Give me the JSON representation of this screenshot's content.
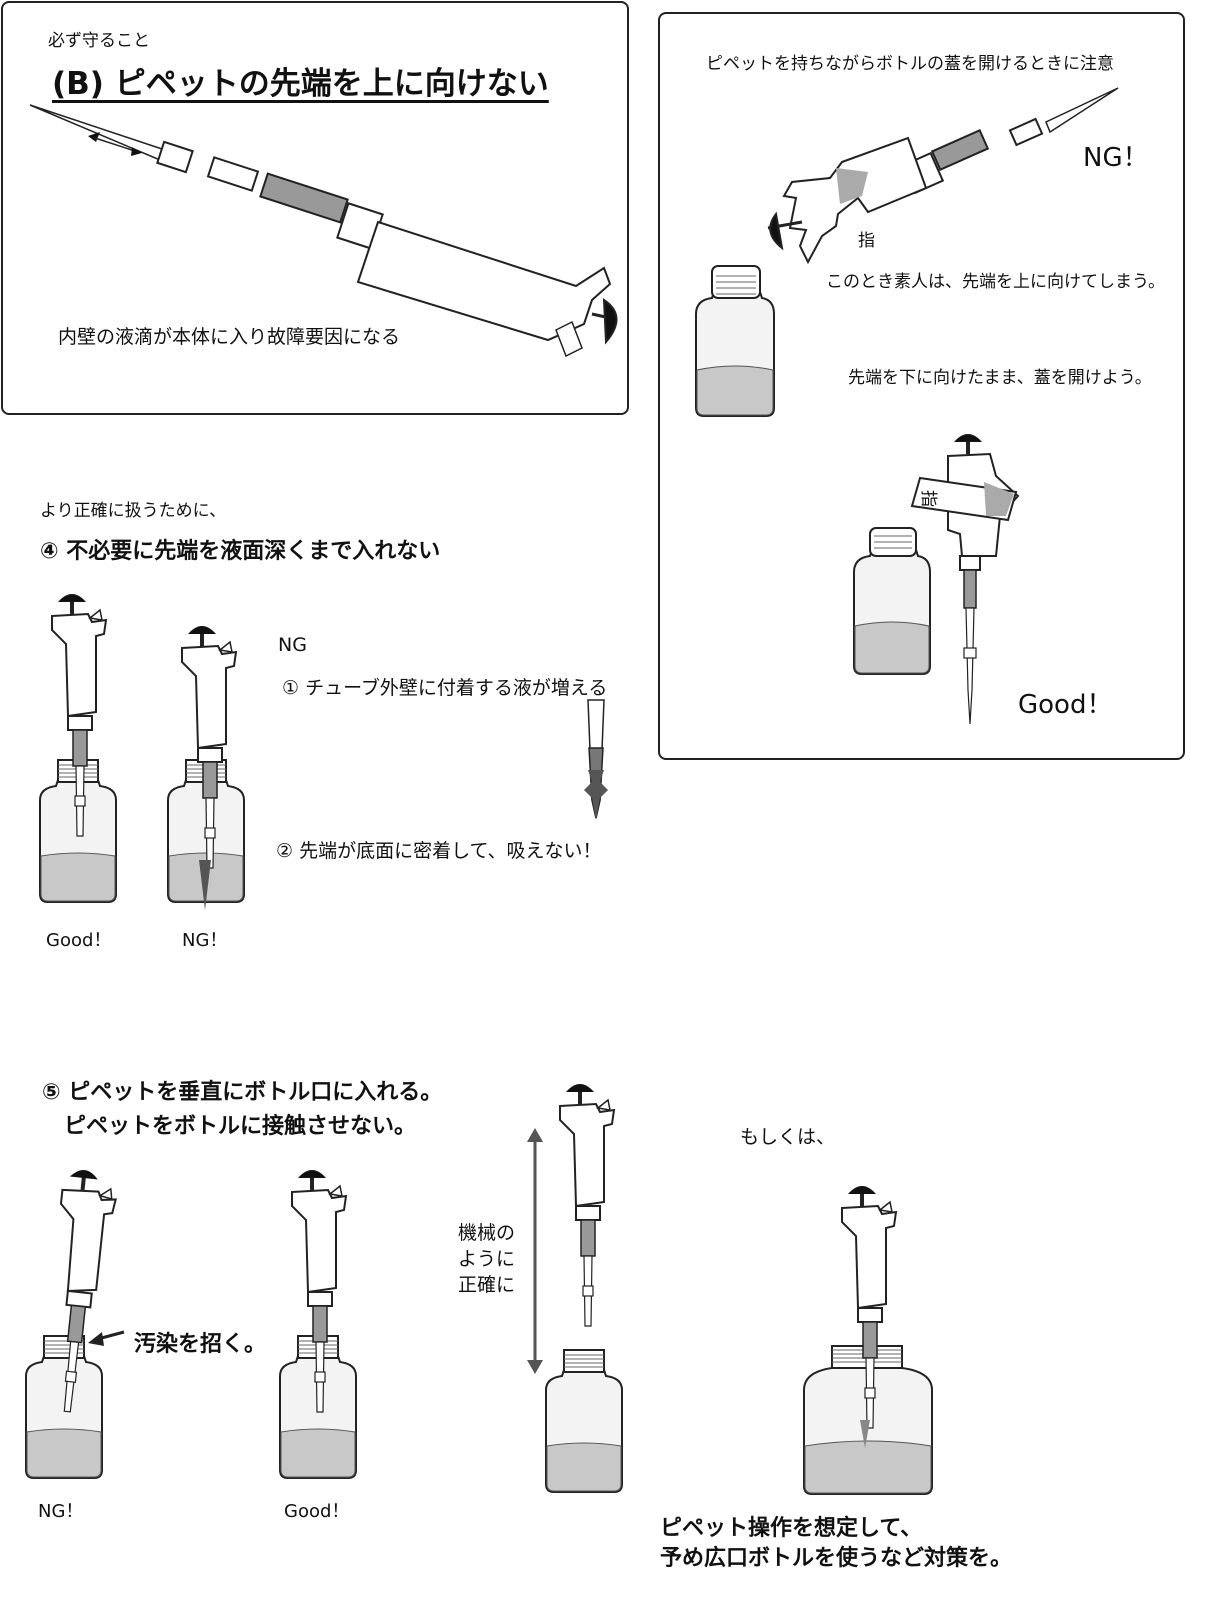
{
  "panel_b": {
    "kicker": "必ず守ること",
    "title": "(B) ピペットの先端を上に向けない",
    "caption": "内壁の液滴が本体に入り故障要因になる"
  },
  "panel_bottle": {
    "heading": "ピペットを持ちながらボトルの蓋を開けるときに注意",
    "ng_label": "NG！",
    "finger_label": "指",
    "finger_label_2": "指",
    "note_ng": "このとき素人は、先端を上に向けてしまう。",
    "note_good": "先端を下に向けたまま、蓋を開けよう。",
    "good_label": "Good！"
  },
  "section4": {
    "intro": "より正確に扱うために、",
    "title": "④ 不必要に先端を液面深くまで入れない",
    "ng_heading": "NG",
    "reason1": "① チューブ外壁に付着する液が増える",
    "reason2": "② 先端が底面に密着して、吸えない！",
    "good_caption": "Good！",
    "ng_caption": "NG！"
  },
  "section5": {
    "title_line1": "⑤ ピペットを垂直にボトル口に入れる。",
    "title_line2": "ピペットをボトルに接触させない。",
    "contamination": "汚染を招く。",
    "ng_caption": "NG！",
    "good_caption": "Good！",
    "machine_line1": "機械の",
    "machine_line2": "ように",
    "machine_line3": "正確に",
    "alternative": "もしくは、",
    "conclusion_line1": "ピペット操作を想定して、",
    "conclusion_line2": "予め広口ボトルを使うなど対策を。"
  },
  "colors": {
    "line": "#222222",
    "liquid": "#c8c8c8",
    "shaft": "#999999",
    "bottle_fill": "#f3f3f3"
  }
}
